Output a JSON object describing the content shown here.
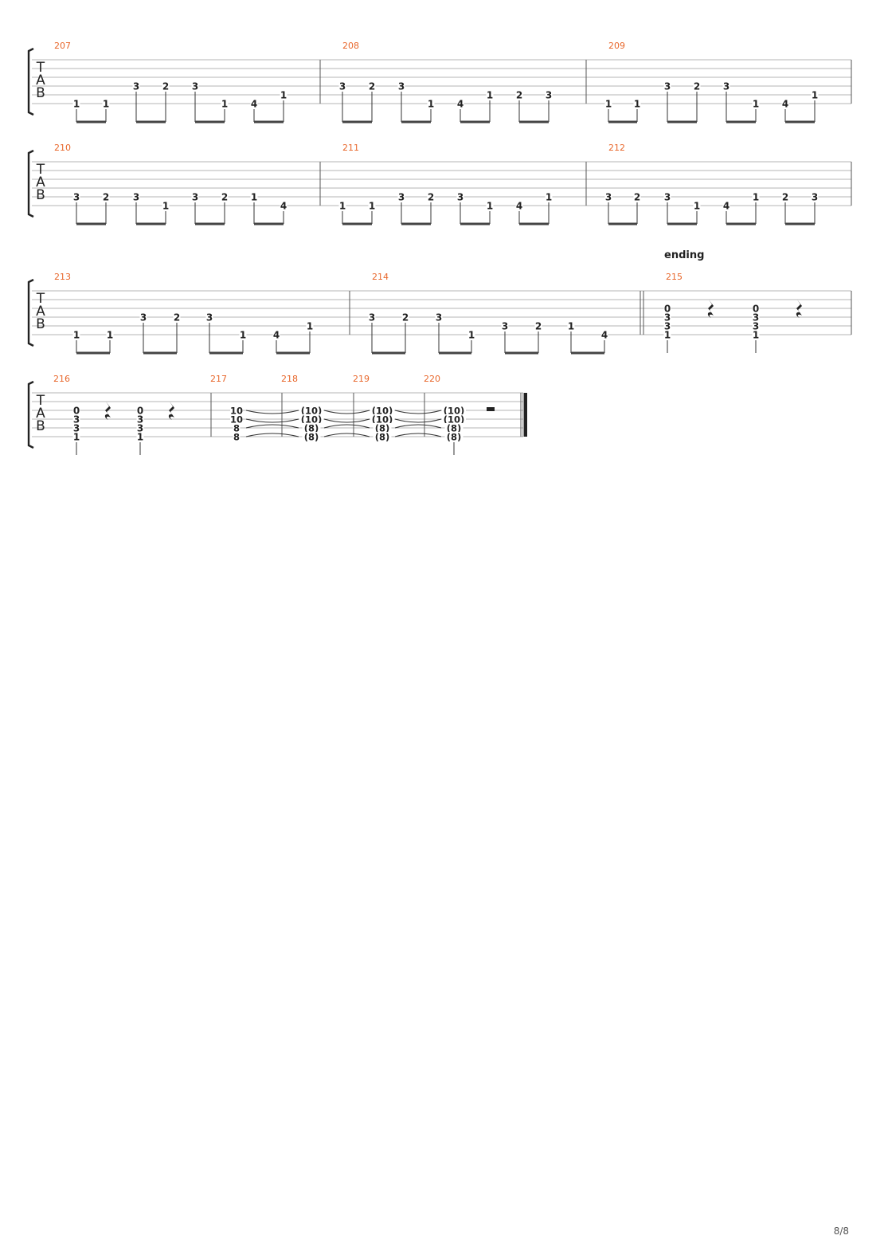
{
  "section_label": "ending",
  "page_number": "8/8",
  "tab_clef": [
    "T",
    "A",
    "B"
  ],
  "systems": [
    {
      "measures": [
        {
          "number": "207",
          "beats": [
            {
              "string": 6,
              "fret": "1"
            },
            {
              "string": 6,
              "fret": "1"
            },
            {
              "string": 4,
              "fret": "3"
            },
            {
              "string": 4,
              "fret": "2"
            },
            {
              "string": 4,
              "fret": "3"
            },
            {
              "string": 6,
              "fret": "1"
            },
            {
              "string": 6,
              "fret": "4"
            },
            {
              "string": 5,
              "fret": "1"
            }
          ]
        },
        {
          "number": "208",
          "beats": [
            {
              "string": 4,
              "fret": "3"
            },
            {
              "string": 4,
              "fret": "2"
            },
            {
              "string": 4,
              "fret": "3"
            },
            {
              "string": 6,
              "fret": "1"
            },
            {
              "string": 6,
              "fret": "4"
            },
            {
              "string": 5,
              "fret": "1"
            },
            {
              "string": 5,
              "fret": "2"
            },
            {
              "string": 5,
              "fret": "3"
            }
          ]
        },
        {
          "number": "209",
          "beats": [
            {
              "string": 6,
              "fret": "1"
            },
            {
              "string": 6,
              "fret": "1"
            },
            {
              "string": 4,
              "fret": "3"
            },
            {
              "string": 4,
              "fret": "2"
            },
            {
              "string": 4,
              "fret": "3"
            },
            {
              "string": 6,
              "fret": "1"
            },
            {
              "string": 6,
              "fret": "4"
            },
            {
              "string": 5,
              "fret": "1"
            }
          ]
        }
      ]
    },
    {
      "measures": [
        {
          "number": "210",
          "beats": [
            {
              "string": 5,
              "fret": "3"
            },
            {
              "string": 5,
              "fret": "2"
            },
            {
              "string": 5,
              "fret": "3"
            },
            {
              "string": 6,
              "fret": "1"
            },
            {
              "string": 5,
              "fret": "3"
            },
            {
              "string": 5,
              "fret": "2"
            },
            {
              "string": 5,
              "fret": "1"
            },
            {
              "string": 6,
              "fret": "4"
            }
          ]
        },
        {
          "number": "211",
          "beats": [
            {
              "string": 6,
              "fret": "1"
            },
            {
              "string": 6,
              "fret": "1"
            },
            {
              "string": 5,
              "fret": "3"
            },
            {
              "string": 5,
              "fret": "2"
            },
            {
              "string": 5,
              "fret": "3"
            },
            {
              "string": 6,
              "fret": "1"
            },
            {
              "string": 6,
              "fret": "4"
            },
            {
              "string": 5,
              "fret": "1"
            }
          ]
        },
        {
          "number": "212",
          "beats": [
            {
              "string": 5,
              "fret": "3"
            },
            {
              "string": 5,
              "fret": "2"
            },
            {
              "string": 5,
              "fret": "3"
            },
            {
              "string": 6,
              "fret": "1"
            },
            {
              "string": 6,
              "fret": "4"
            },
            {
              "string": 5,
              "fret": "1"
            },
            {
              "string": 5,
              "fret": "2"
            },
            {
              "string": 5,
              "fret": "3"
            }
          ]
        }
      ]
    },
    {
      "measures": [
        {
          "number": "213",
          "beats": [
            {
              "string": 6,
              "fret": "1"
            },
            {
              "string": 6,
              "fret": "1"
            },
            {
              "string": 4,
              "fret": "3"
            },
            {
              "string": 4,
              "fret": "2"
            },
            {
              "string": 4,
              "fret": "3"
            },
            {
              "string": 6,
              "fret": "1"
            },
            {
              "string": 6,
              "fret": "4"
            },
            {
              "string": 5,
              "fret": "1"
            }
          ]
        },
        {
          "number": "214",
          "beats": [
            {
              "string": 4,
              "fret": "3"
            },
            {
              "string": 4,
              "fret": "2"
            },
            {
              "string": 4,
              "fret": "3"
            },
            {
              "string": 6,
              "fret": "1"
            },
            {
              "string": 5,
              "fret": "3"
            },
            {
              "string": 5,
              "fret": "2"
            },
            {
              "string": 5,
              "fret": "1"
            },
            {
              "string": 6,
              "fret": "4"
            }
          ]
        },
        {
          "number": "215",
          "chords": [
            {
              "frets": [
                "0",
                "3",
                "3",
                "1"
              ]
            },
            {
              "frets": [
                "0",
                "3",
                "3",
                "1"
              ]
            }
          ]
        }
      ]
    },
    {
      "measures": [
        {
          "number": "216",
          "chords": [
            {
              "frets": [
                "0",
                "3",
                "3",
                "1"
              ]
            },
            {
              "frets": [
                "0",
                "3",
                "3",
                "1"
              ]
            }
          ]
        },
        {
          "number": "217",
          "frets": [
            "10",
            "10",
            "8",
            "8"
          ]
        },
        {
          "number": "218",
          "frets": [
            "(10)",
            "(10)",
            "(8)",
            "(8)"
          ]
        },
        {
          "number": "219",
          "frets": [
            "(10)",
            "(10)",
            "(8)",
            "(8)"
          ]
        },
        {
          "number": "220",
          "frets": [
            "(10)",
            "(10)",
            "(8)",
            "(8)"
          ]
        }
      ]
    }
  ]
}
